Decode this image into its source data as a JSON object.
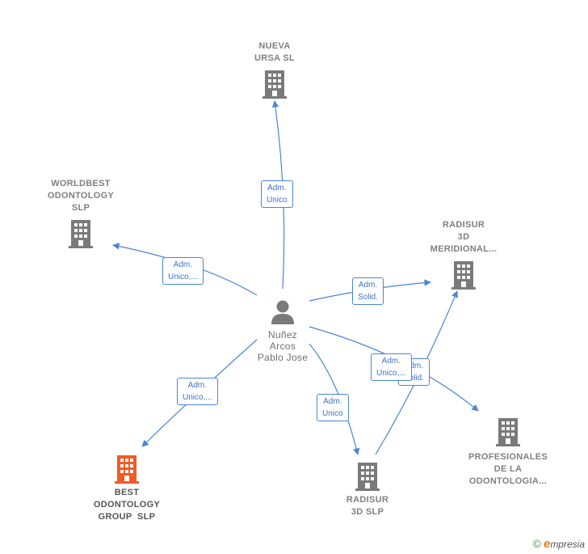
{
  "colors": {
    "edge": "#4a86d4",
    "company_icon": "#7a7a7a",
    "highlight_icon": "#f25a26",
    "person_icon": "#7a7a7a"
  },
  "person": {
    "lines": [
      "Nuñez",
      "Arcos",
      "Pablo Jose"
    ],
    "icon": "person-icon"
  },
  "companies": [
    {
      "id": "nueva-ursa",
      "lines": [
        "NUEVA",
        "URSA SL"
      ],
      "icon": "building-icon"
    },
    {
      "id": "worldbest",
      "lines": [
        "WORLDBEST",
        "ODONTOLOGY",
        "SLP"
      ],
      "icon": "building-icon"
    },
    {
      "id": "radisur-meridional",
      "lines": [
        "RADISUR",
        "3D",
        "MERIDIONAL..."
      ],
      "icon": "building-icon"
    },
    {
      "id": "best-odontology",
      "lines": [
        "BEST",
        "ODONTOLOGY",
        "GROUP  SLP"
      ],
      "icon": "building-icon",
      "highlight": true
    },
    {
      "id": "radisur-3d",
      "lines": [
        "RADISUR",
        "3D SLP"
      ],
      "icon": "building-icon"
    },
    {
      "id": "profesionales",
      "lines": [
        "PROFESIONALES",
        "DE LA",
        "ODONTOLOGIA..."
      ],
      "icon": "building-icon"
    }
  ],
  "edges": [
    {
      "id": "e-nueva",
      "lines": [
        "Adm.",
        "Unico"
      ]
    },
    {
      "id": "e-worldbest",
      "lines": [
        "Adm.",
        "Unico,..."
      ]
    },
    {
      "id": "e-radisur-meridional",
      "lines": [
        "Adm.",
        "Solid."
      ]
    },
    {
      "id": "e-best",
      "lines": [
        "Adm.",
        "Unico,..."
      ]
    },
    {
      "id": "e-radisur-3d",
      "lines": [
        "Adm.",
        "Unico"
      ]
    },
    {
      "id": "e-radisur3d-meridional",
      "lines": [
        "Adm.",
        "Solid."
      ]
    },
    {
      "id": "e-profesionales",
      "lines": [
        "Adm.",
        "Unico,..."
      ]
    }
  ],
  "footer": {
    "copyright": "©",
    "brand_initial": "e",
    "brand_rest": "mpresia"
  }
}
